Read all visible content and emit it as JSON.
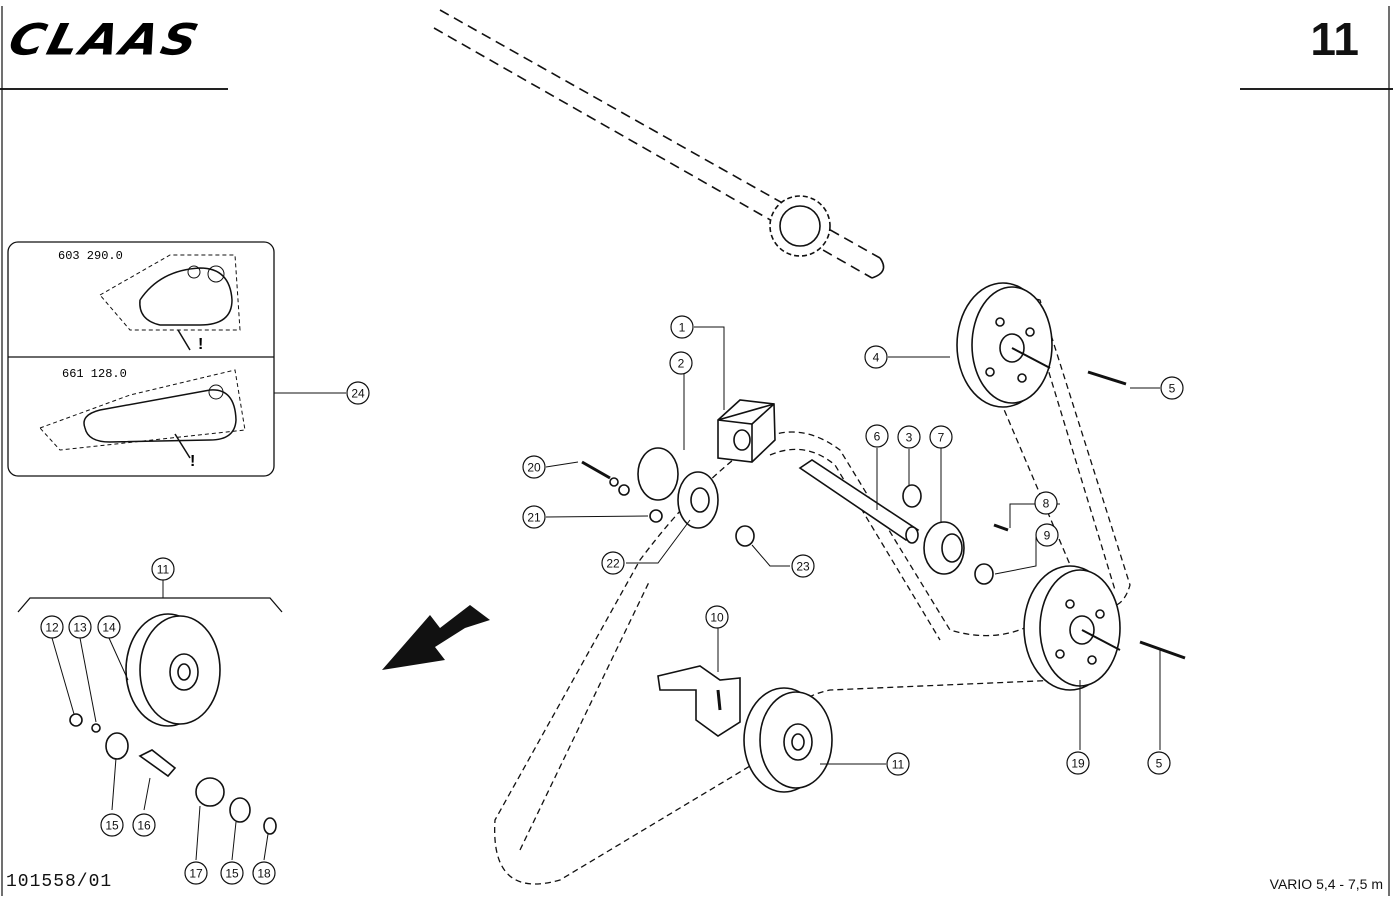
{
  "header": {
    "brand": "CLAAS",
    "page_number": "11"
  },
  "footer": {
    "drawing_number": "101558/01",
    "model": "VARIO 5,4 - 7,5 m"
  },
  "inset": {
    "top_part_number": "603 290.0",
    "bottom_part_number": "661 128.0",
    "warning_mark": "!"
  },
  "callouts": [
    {
      "id": "c1",
      "label": "1"
    },
    {
      "id": "c2",
      "label": "2"
    },
    {
      "id": "c3",
      "label": "3"
    },
    {
      "id": "c4",
      "label": "4"
    },
    {
      "id": "c5a",
      "label": "5"
    },
    {
      "id": "c5b",
      "label": "5"
    },
    {
      "id": "c6",
      "label": "6"
    },
    {
      "id": "c7",
      "label": "7"
    },
    {
      "id": "c8",
      "label": "8"
    },
    {
      "id": "c9",
      "label": "9"
    },
    {
      "id": "c10",
      "label": "10"
    },
    {
      "id": "c11a",
      "label": "11"
    },
    {
      "id": "c11b",
      "label": "11"
    },
    {
      "id": "c12",
      "label": "12"
    },
    {
      "id": "c13",
      "label": "13"
    },
    {
      "id": "c14",
      "label": "14"
    },
    {
      "id": "c15a",
      "label": "15"
    },
    {
      "id": "c15b",
      "label": "15"
    },
    {
      "id": "c16",
      "label": "16"
    },
    {
      "id": "c17",
      "label": "17"
    },
    {
      "id": "c18",
      "label": "18"
    },
    {
      "id": "c19",
      "label": "19"
    },
    {
      "id": "c20",
      "label": "20"
    },
    {
      "id": "c21",
      "label": "21"
    },
    {
      "id": "c22",
      "label": "22"
    },
    {
      "id": "c23",
      "label": "23"
    },
    {
      "id": "c24",
      "label": "24"
    }
  ]
}
